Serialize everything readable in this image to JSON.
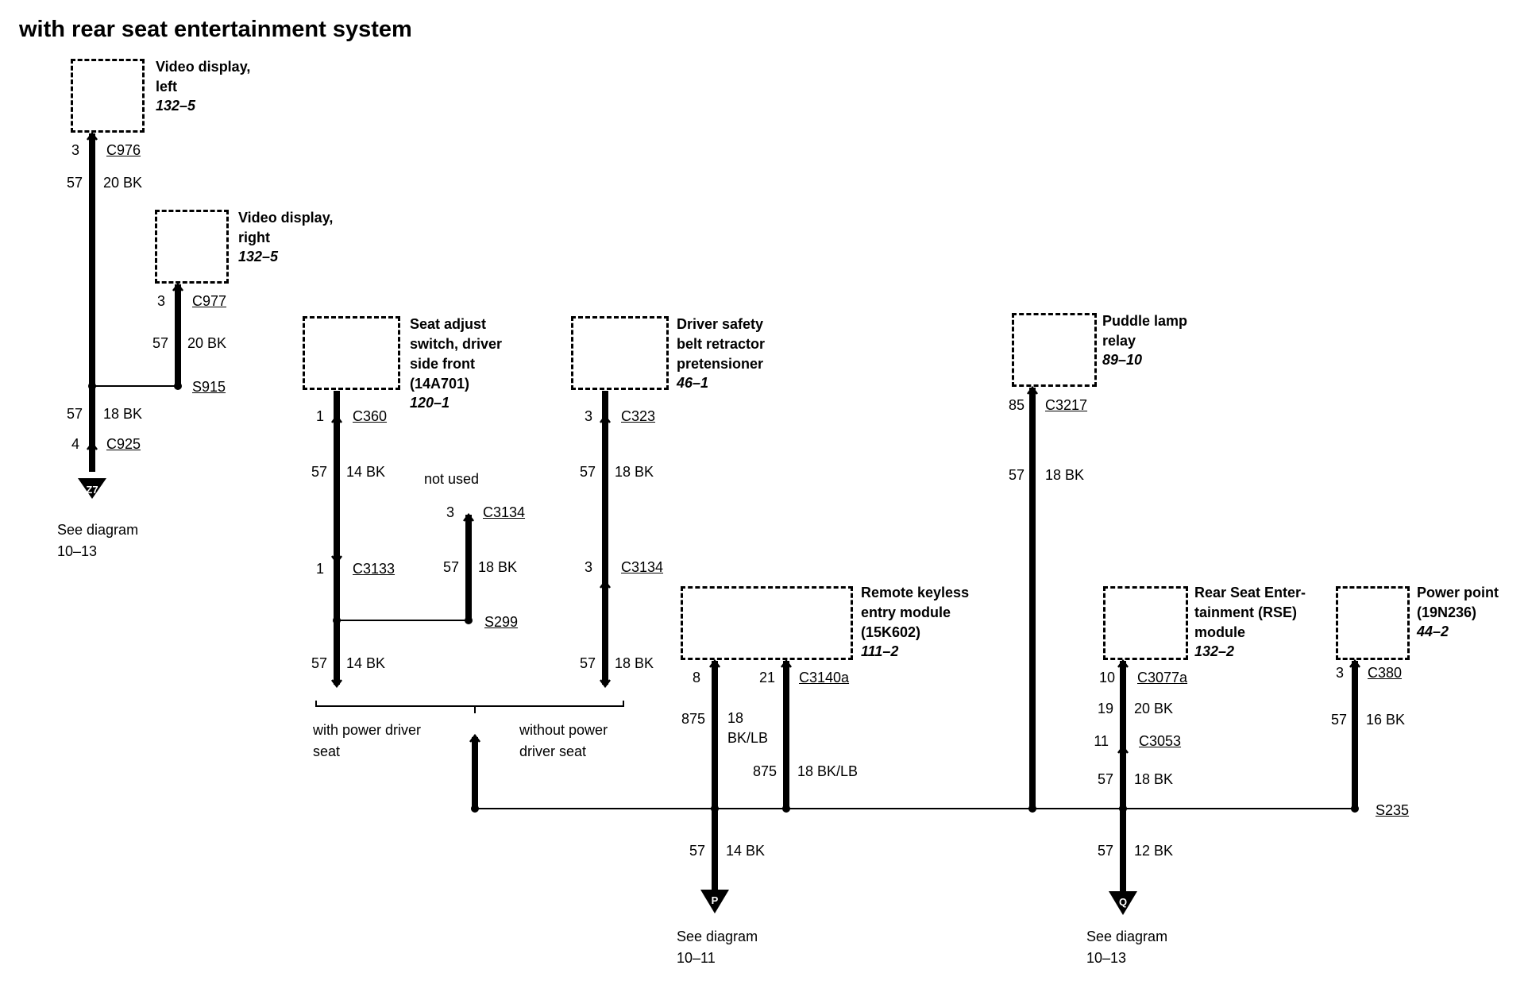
{
  "title": "with rear seat entertainment system",
  "components": {
    "video_left": {
      "name": "Video display,\nleft",
      "ref": "132–5"
    },
    "video_right": {
      "name": "Video display,\nright",
      "ref": "132–5"
    },
    "seat_adjust": {
      "name": "Seat adjust\nswitch, driver\nside front\n(14A701)",
      "ref": "120–1"
    },
    "belt_pretensioner": {
      "name": "Driver safety\nbelt retractor\npretensioner",
      "ref": "46–1"
    },
    "puddle_relay": {
      "name": "Puddle lamp\nrelay",
      "ref": "89–10"
    },
    "keyless_module": {
      "name": "Remote keyless\nentry module\n(15K602)",
      "ref": "111–2"
    },
    "rse_module": {
      "name": "Rear Seat Enter-\ntainment (RSE)\nmodule",
      "ref": "132–2"
    },
    "power_point": {
      "name": "Power point\n(19N236)",
      "ref": "44–2"
    }
  },
  "labels": {
    "pin_c976": "3",
    "c976": "C976",
    "ckt_a1": "57",
    "wire_a1": "20 BK",
    "pin_c977": "3",
    "c977": "C977",
    "ckt_b1": "57",
    "wire_b1": "20 BK",
    "s915": "S915",
    "ckt_a2": "57",
    "wire_a2": "18 BK",
    "pin_c925": "4",
    "c925": "C925",
    "ground_z": "Z7",
    "see_a": "See diagram\n10–13",
    "pin_c360": "1",
    "c360": "C360",
    "ckt_c1": "57",
    "wire_c1": "14 BK",
    "pin_c3133": "1",
    "c3133": "C3133",
    "not_used": "not used",
    "pin_c3134a": "3",
    "c3134a": "C3134",
    "ckt_d1": "57",
    "wire_d1": "18 BK",
    "s299": "S299",
    "ckt_c2": "57",
    "wire_c2": "14 BK",
    "pin_c323": "3",
    "c323": "C323",
    "ckt_e1": "57",
    "wire_e1": "18 BK",
    "pin_c3134b": "3",
    "c3134b": "C3134",
    "ckt_e2": "57",
    "wire_e2": "18 BK",
    "with_power": "with power driver\nseat",
    "without_power": "without power\ndriver seat",
    "pin_c3140_8": "8",
    "pin_c3140_21": "21",
    "c3140a": "C3140a",
    "ckt_f1": "875",
    "wire_f1": "18\nBK/LB",
    "ckt_f2": "875",
    "wire_f2": "18 BK/LB",
    "ckt_f3": "57",
    "wire_f3": "14 BK",
    "ground_p": "P",
    "see_p": "See diagram\n10–11",
    "pin_c3217": "85",
    "c3217": "C3217",
    "ckt_g1": "57",
    "wire_g1": "18 BK",
    "pin_c3077": "10",
    "c3077a": "C3077a",
    "ckt_h1": "19",
    "wire_h1": "20 BK",
    "pin_c3053": "11",
    "c3053": "C3053",
    "ckt_h2": "57",
    "wire_h2": "18 BK",
    "ckt_h3": "57",
    "wire_h3": "12 BK",
    "ground_q": "Q",
    "see_q": "See diagram\n10–13",
    "pin_c380": "3",
    "c380": "C380",
    "ckt_i1": "57",
    "wire_i1": "16 BK",
    "s235": "S235"
  }
}
